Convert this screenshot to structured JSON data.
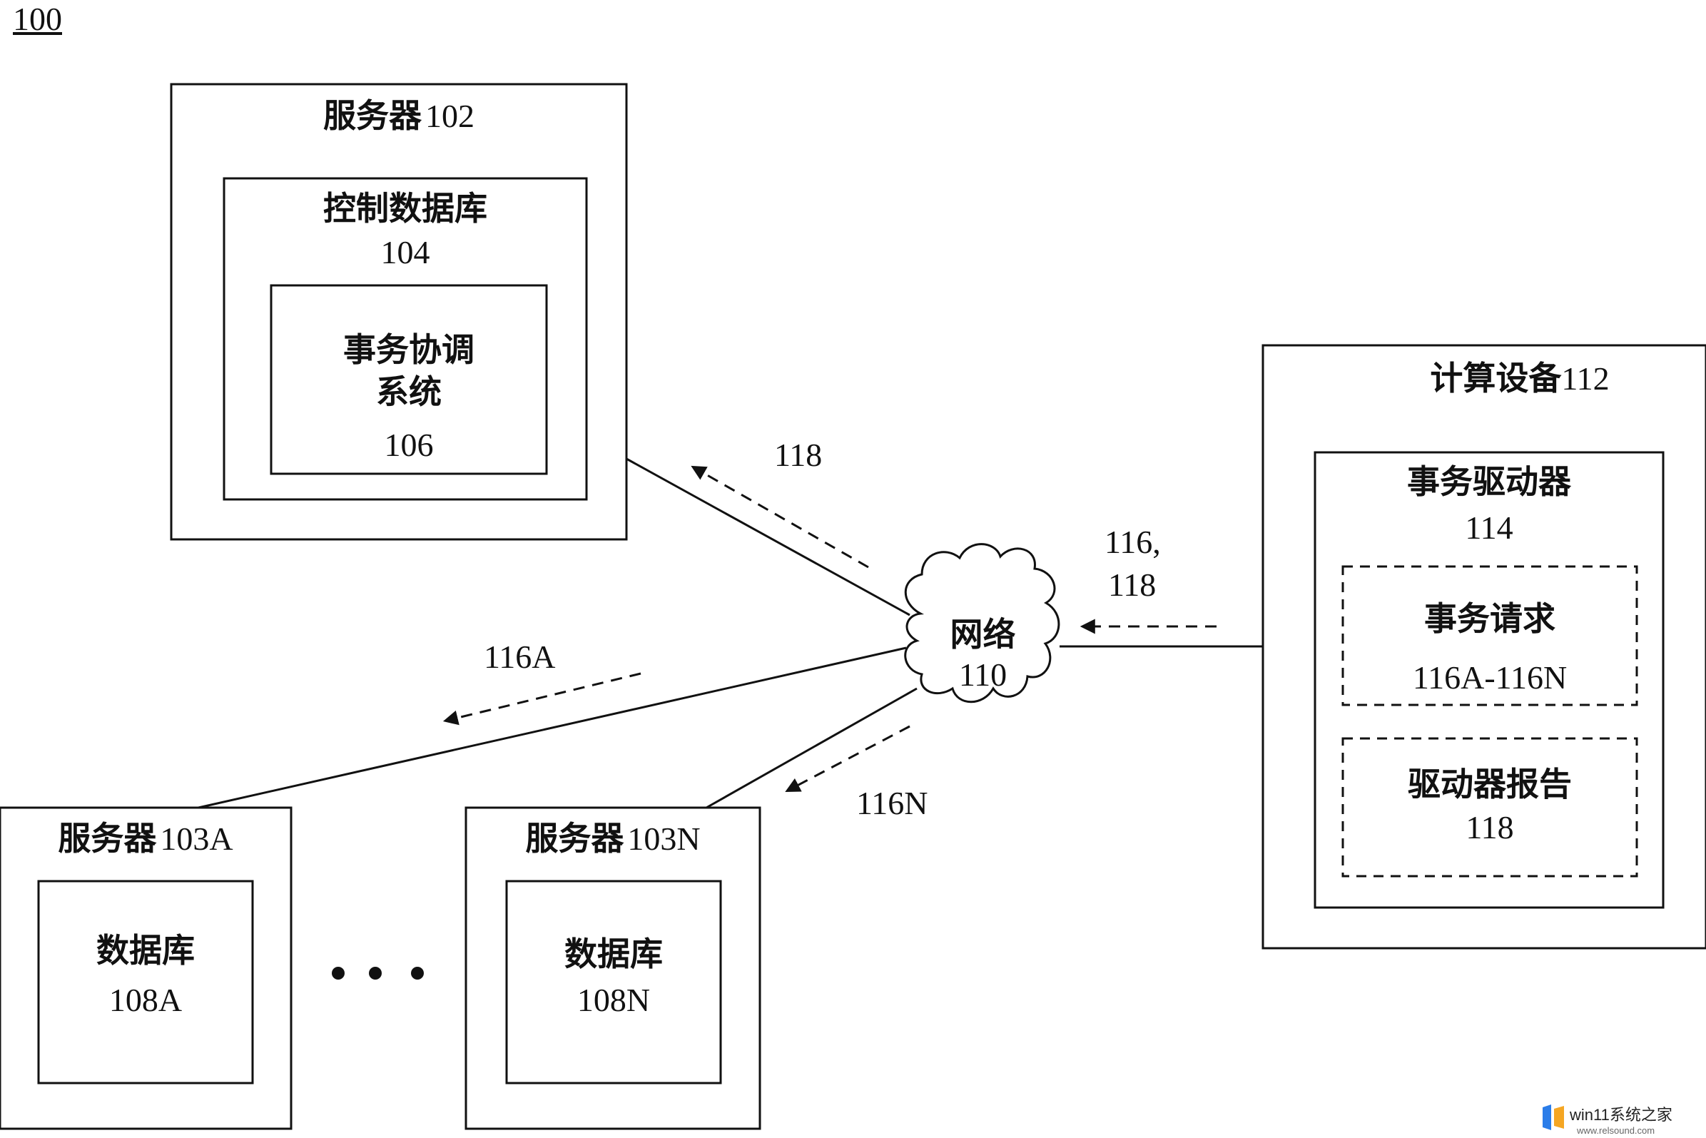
{
  "figure_label": "100",
  "nodes": {
    "server_102": {
      "name": "服务器",
      "id": "102"
    },
    "control_db": {
      "name": "控制数据库",
      "id": "104"
    },
    "tx_coord": {
      "name_line1": "事务协调",
      "name_line2": "系统",
      "id": "106"
    },
    "network": {
      "name": "网络",
      "id": "110"
    },
    "computing_device": {
      "name": "计算设备",
      "id": "112"
    },
    "tx_driver": {
      "name": "事务驱动器",
      "id": "114"
    },
    "tx_request": {
      "name": "事务请求",
      "id": "116A-116N"
    },
    "driver_report": {
      "name": "驱动器报告",
      "id": "118"
    },
    "server_103a": {
      "name": "服务器",
      "id": "103A"
    },
    "db_108a": {
      "name": "数据库",
      "id": "108A"
    },
    "server_103n": {
      "name": "服务器",
      "id": "103N"
    },
    "db_108n": {
      "name": "数据库",
      "id": "108N"
    },
    "ellipsis": "• • •"
  },
  "flows": {
    "to_server102": "118",
    "from_device_line1": "116,",
    "from_device_line2": "118",
    "to_server103a": "116A",
    "to_server103n": "116N"
  },
  "watermark": {
    "text": "win11系统之家",
    "url": "www.relsound.com"
  }
}
